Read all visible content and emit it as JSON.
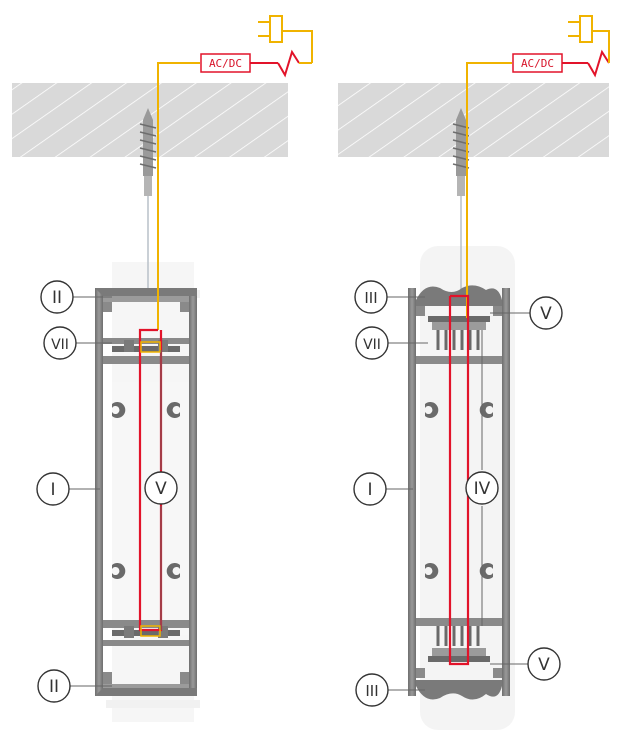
{
  "diagram": {
    "adapter_label": "AC/DC",
    "left": {
      "labels": {
        "top_cap": "II",
        "mount": "VII",
        "profile": "I",
        "cable": "V",
        "bottom_cap": "II"
      }
    },
    "right": {
      "labels": {
        "top_cap": "III",
        "mount": "VII",
        "profile": "I",
        "led_module": "IV",
        "connector_top": "V",
        "connector_bottom": "V",
        "bottom_cap": "III"
      }
    },
    "colors": {
      "profile": "#8a8a8a",
      "profile_dark": "#5b5b5b",
      "power_cable": "#f0b300",
      "live_wire": "#e2132a",
      "ceiling": "#d6d6d6",
      "callout_stroke": "#333333"
    },
    "icons": [
      "plug-icon",
      "ceiling-screw-icon",
      "callout-circle"
    ]
  }
}
